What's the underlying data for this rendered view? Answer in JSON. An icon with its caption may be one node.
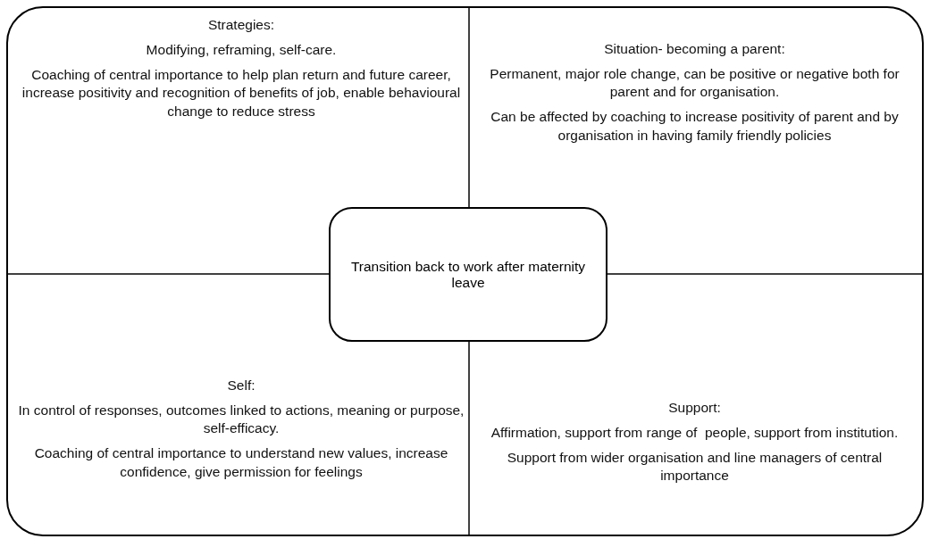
{
  "diagram": {
    "nodes": [
      {
        "text": [
          "Strategies:",
          "Modifying, reframing, self-care.",
          "Coaching of central importance to help plan return and future career, increase positivity and recognition of benefits of job, enable behavioural change to reduce stress"
        ]
      },
      {
        "text": [
          "Situation- becoming a parent:",
          "Permanent, major role change, can be positive or negative both for parent and for organisation.",
          "Can be affected by coaching to increase positivity of parent and by organisation in having family friendly policies"
        ]
      },
      {
        "text": [
          "Transition back to work after maternity leave"
        ]
      },
      {
        "text": [
          "Self:",
          "In control of responses, outcomes linked to actions, meaning or purpose, self-efficacy.",
          "Coaching of central importance to understand new values, increase confidence, give permission for feelings"
        ]
      },
      {
        "text": [
          "Support:",
          "Affirmation, support from range of  people, support from institution.",
          "Support from wider organisation and line managers of central importance"
        ]
      }
    ],
    "edges": []
  }
}
